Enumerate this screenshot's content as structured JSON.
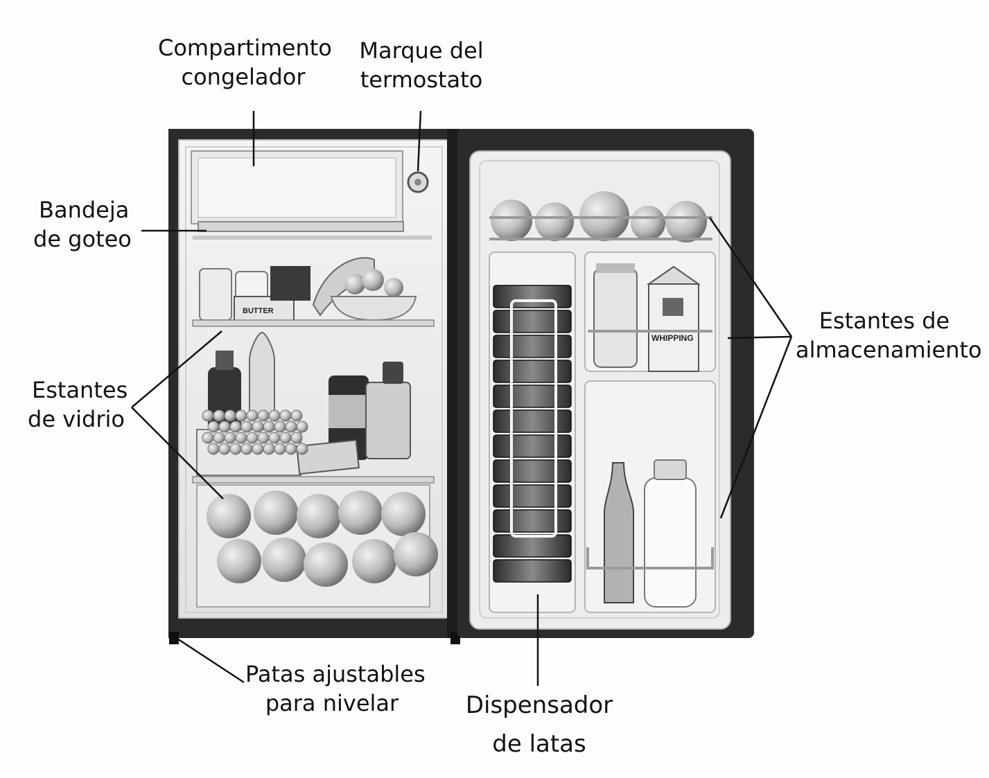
{
  "labels": {
    "freezer_line1": "Compartimento",
    "freezer_line2": "congelador",
    "thermostat_line1": "Marque del",
    "thermostat_line2": "termostato",
    "drip_line1": "Bandeja",
    "drip_line2": "de goteo",
    "glass_line1": "Estantes",
    "glass_line2": "de vidrio",
    "storage_line1": "Estantes de",
    "storage_line2": "almacenamiento",
    "legs_line1": "Patas ajustables",
    "legs_line2": "para nivelar",
    "dispenser_line1": "Dispensador",
    "dispenser_line2": "de latas"
  },
  "product_text": {
    "butter": "BUTTER",
    "whipping": "WHIPPING"
  },
  "colors": {
    "cabinet": "#2b2b2b",
    "interior": "#eeeeee",
    "labels": "#111111"
  }
}
